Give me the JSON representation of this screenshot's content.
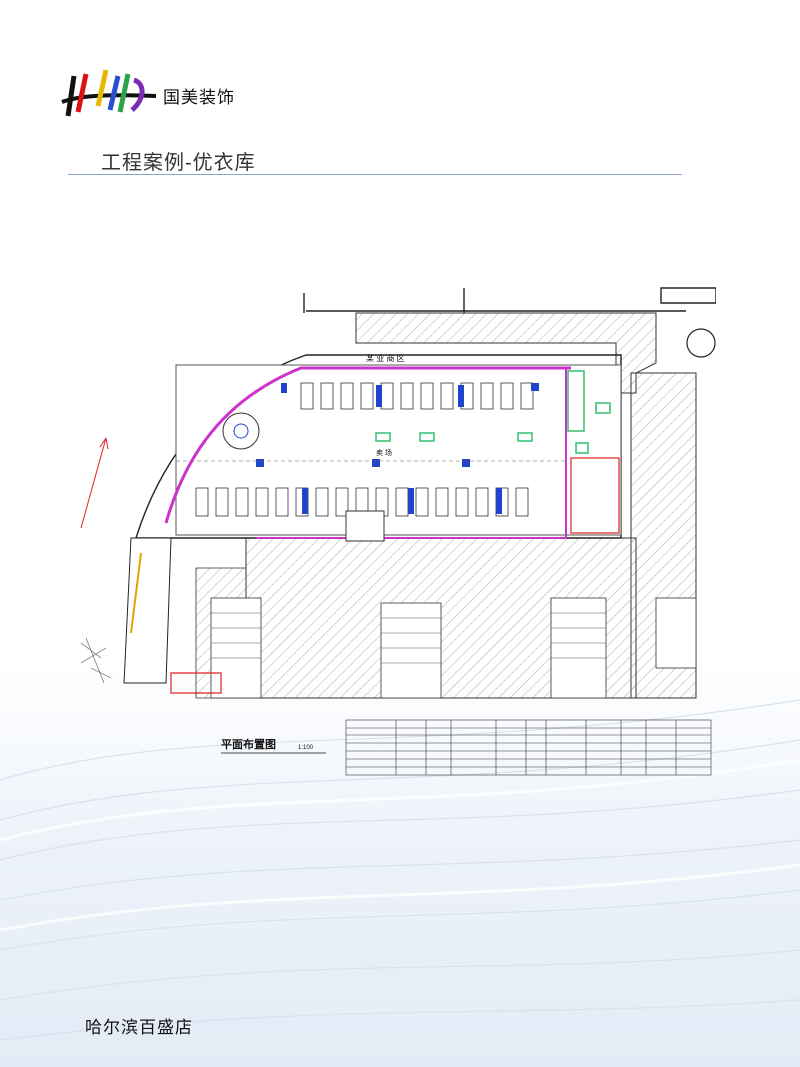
{
  "header": {
    "brand": "国美装饰",
    "title": "工程案例-优衣库"
  },
  "plan": {
    "title": "平面布置图",
    "scale": "1:100",
    "street_label": "某 业 商 区",
    "zone_label": "卖 场"
  },
  "footer": {
    "location": "哈尔滨百盛店"
  },
  "colors": {
    "magenta": "#cc33cc",
    "green": "#22bb66",
    "blue": "#2244cc",
    "red": "#dd2222",
    "rule": "#8fa3c4"
  }
}
